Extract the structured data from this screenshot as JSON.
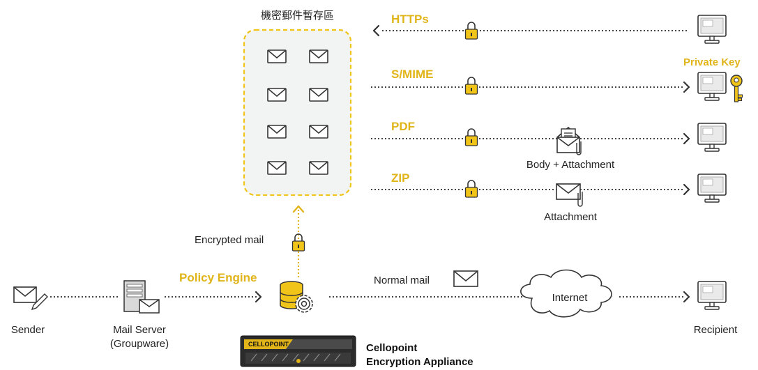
{
  "vault": {
    "title": "機密郵件暫存區"
  },
  "methods": [
    {
      "label": "HTTPs"
    },
    {
      "label": "S/MIME"
    },
    {
      "label": "PDF"
    },
    {
      "label": "ZIP"
    }
  ],
  "private_key": "Private Key",
  "captions": {
    "body_attachment": "Body + Attachment",
    "attachment": "Attachment",
    "encrypted_mail": "Encrypted mail",
    "policy_engine": "Policy Engine",
    "normal_mail": "Normal mail",
    "internet": "Internet",
    "sender": "Sender",
    "mail_server_line1": "Mail Server",
    "mail_server_line2": "(Groupware)",
    "recipient": "Recipient",
    "appliance_line1": "Cellopoint",
    "appliance_line2": "Encryption Appliance",
    "device_brand": "CELLOPOINT"
  },
  "colors": {
    "accent": "#e1b41a",
    "line": "#444444",
    "vault_bg": "#f2f4f3"
  }
}
